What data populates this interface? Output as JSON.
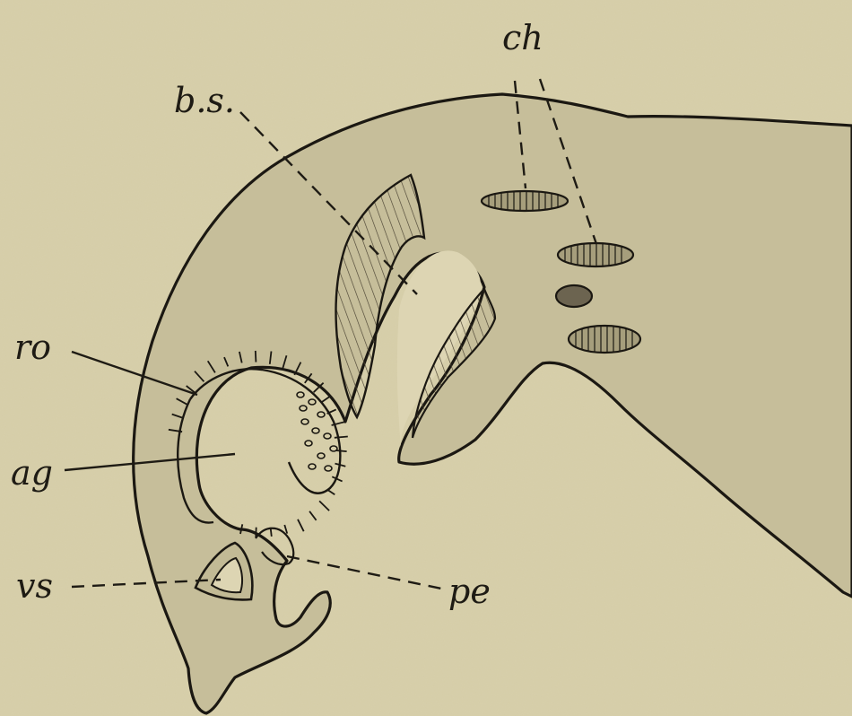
{
  "labels": {
    "ch": "ch",
    "bs": "b.s.",
    "ro": "ro",
    "ag": "ag",
    "vs": "vs",
    "pe": "pe"
  },
  "colors": {
    "paper": "#d8d0ab",
    "tissue": "#c4bc98",
    "ink": "#1b1812",
    "lumen": "#ddd5b2"
  }
}
